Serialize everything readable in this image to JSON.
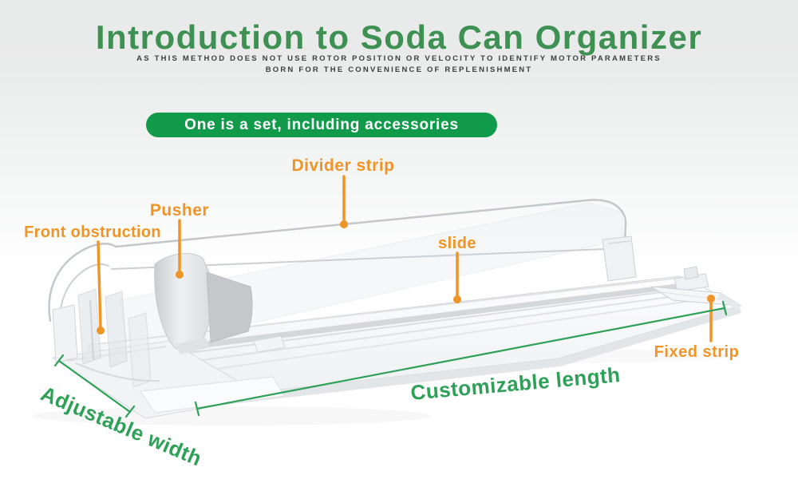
{
  "header": {
    "title": "Introduction to Soda Can Organizer",
    "subtitle_line1": "AS THIS METHOD DOES NOT USE ROTOR POSITION OR VELOCITY TO IDENTIFY MOTOR PARAMETERS",
    "subtitle_line2": "BORN FOR THE CONVENIENCE OF REPLENISHMENT"
  },
  "banner": {
    "label": "One is a set, including accessories"
  },
  "callouts": {
    "divider_strip": "Divider strip",
    "pusher": "Pusher",
    "front_obstruction": "Front obstruction",
    "slide": "slide",
    "fixed_strip": "Fixed strip"
  },
  "dimensions": {
    "customizable_length": "Customizable length",
    "adjustable_width": "Adjustable width"
  },
  "colors": {
    "title_green": "#3e9152",
    "banner_green": "#119a4a",
    "banner_text": "#ffffff",
    "dimension_green": "#2fa058",
    "callout_orange": "#ef9426",
    "subtitle_gray": "#3f3f3f"
  }
}
